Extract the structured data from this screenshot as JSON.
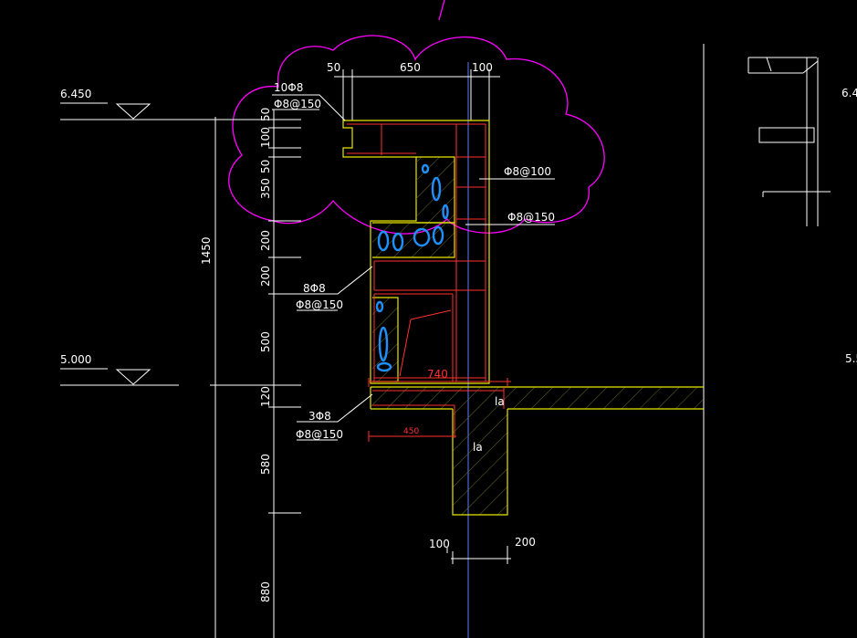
{
  "elevations": {
    "top": "6.450",
    "bottom": "5.000",
    "right_top_partial": "6.4",
    "right_bottom_partial": "5.5"
  },
  "top_dims": {
    "d1": "50",
    "d2": "650",
    "d3": "100"
  },
  "vertical_dims": {
    "total": "1450",
    "segments": [
      "50",
      "100",
      "50",
      "350",
      "200",
      "200",
      "500",
      "120",
      "580",
      "880"
    ]
  },
  "rebar_labels": {
    "top_bars": "10Φ8",
    "top_stirrup": "Φ8@150",
    "right_upper": "Φ8@100",
    "right_lower": "Φ8@150",
    "mid_bars": "8Φ8",
    "mid_stirrup": "Φ8@150",
    "bottom_bars": "3Φ8",
    "bottom_stirrup": "Φ8@150"
  },
  "red_dims": {
    "width_740": "740",
    "width_450": "450"
  },
  "anchorage": {
    "la_upper": "la",
    "la_lower": "la"
  },
  "bottom_dims": {
    "left": "100",
    "right": "200"
  },
  "colors": {
    "outline": "#e6e600",
    "rebar": "#ff3030",
    "cloud": "#ff00ff",
    "mark": "#1e90ff",
    "axis": "#5f7dff"
  }
}
